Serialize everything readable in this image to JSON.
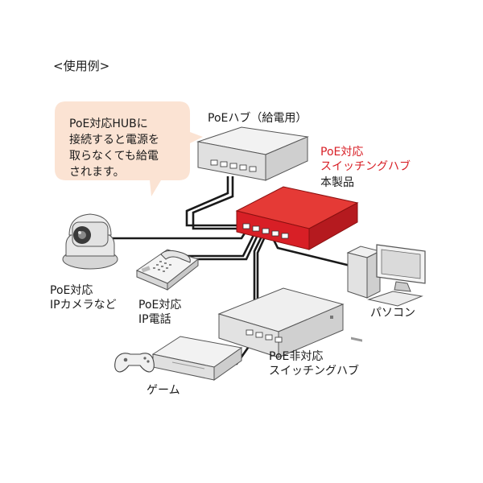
{
  "section_title": "<使用例>",
  "callout": {
    "lines": [
      "PoE対応HUBに",
      "接続すると電源を",
      "取らなくても給電",
      "されます。"
    ]
  },
  "labels": {
    "poe_hub": "PoEハブ（給電用）",
    "product_line1": "PoE対応",
    "product_line2": "スイッチングハブ",
    "product_tag": "本製品",
    "ip_camera_line1": "PoE対応",
    "ip_camera_line2": "IPカメラなど",
    "ip_phone_line1": "PoE対応",
    "ip_phone_line2": "IP電話",
    "pc": "パソコン",
    "non_poe_line1": "PoE非対応",
    "non_poe_line2": "スイッチングハブ",
    "game": "ゲーム"
  },
  "colors": {
    "product_red": "#d81f26",
    "callout_fill": "#fbe3d3",
    "cable": "#1a1a1a",
    "device_gray": "#e6e6e6",
    "device_outline": "#555555"
  },
  "icons": {
    "hub": "network-switch-icon",
    "camera": "ip-camera-icon",
    "phone": "desk-phone-icon",
    "pc": "desktop-computer-icon",
    "game": "game-console-icon"
  }
}
